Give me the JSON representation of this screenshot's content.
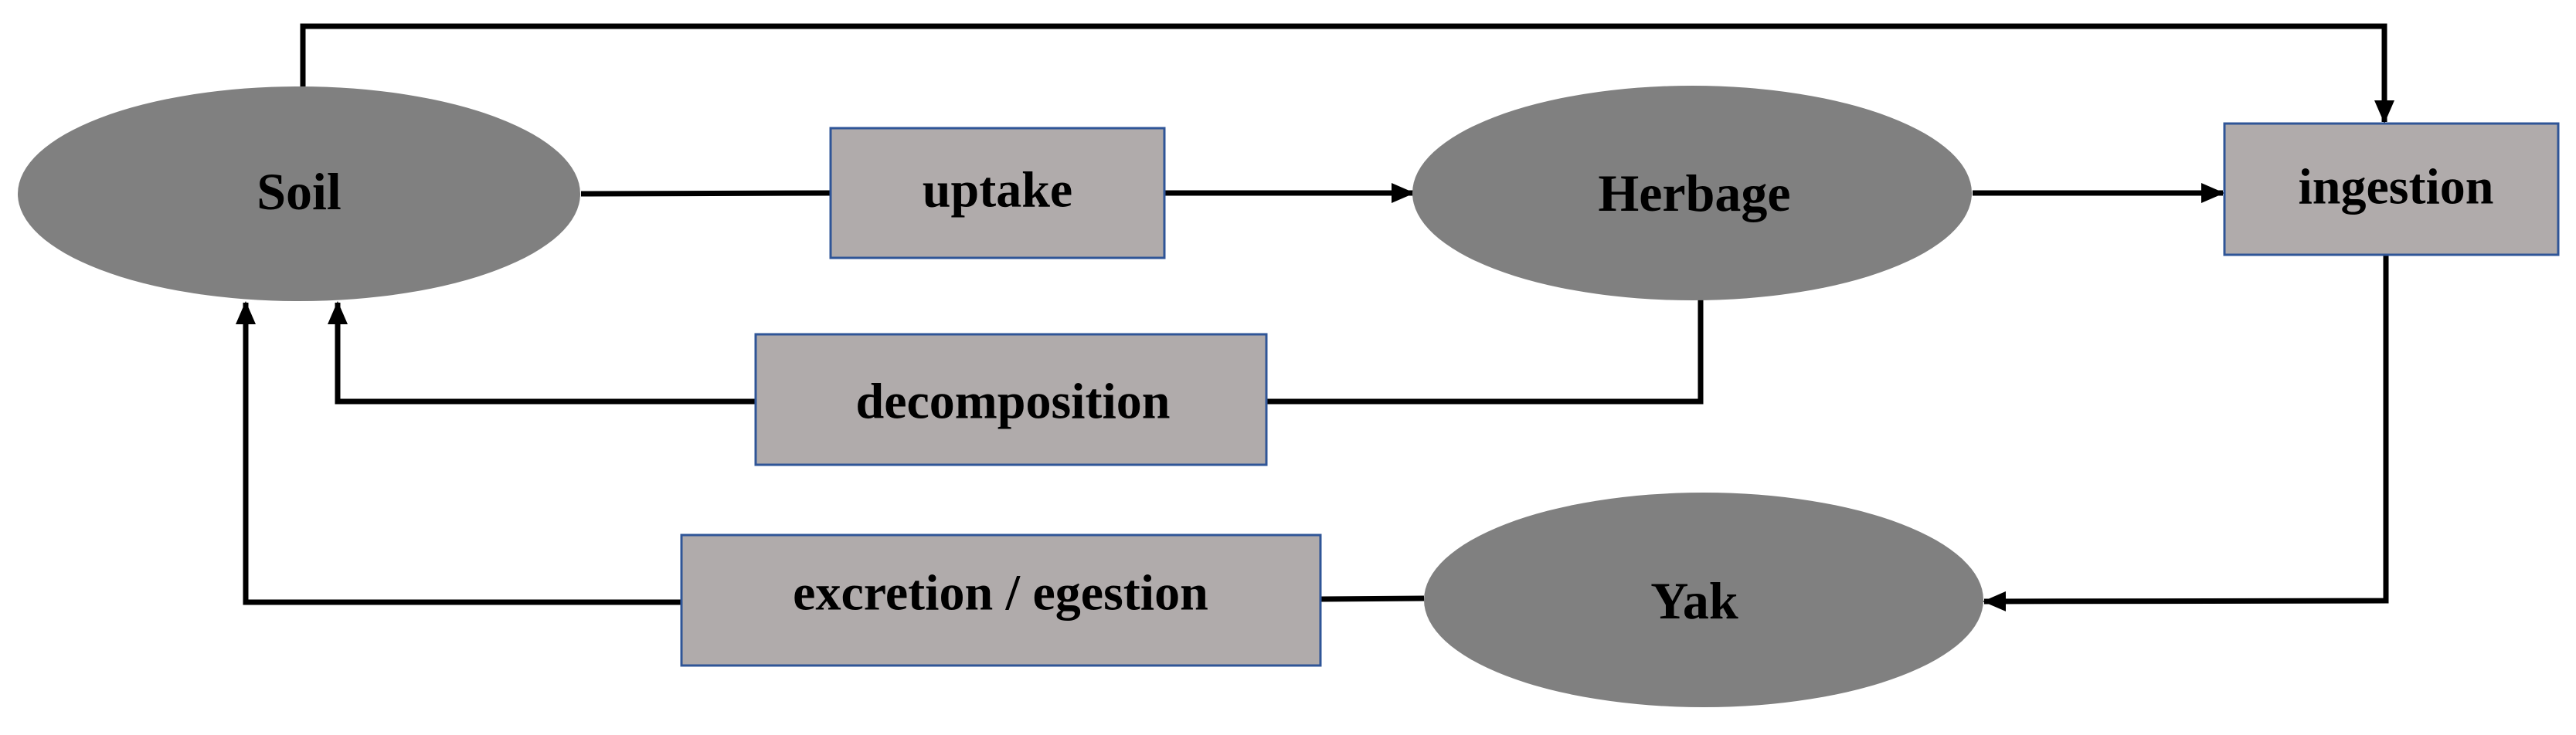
{
  "diagram": {
    "nodes": {
      "soil": "Soil",
      "herbage": "Herbage",
      "yak": "Yak"
    },
    "processes": {
      "uptake": "uptake",
      "ingestion": "ingestion",
      "decomposition": "decomposition",
      "excretion": "excretion / egestion"
    }
  },
  "colors": {
    "node_fill": "#808080",
    "process_fill": "#b0abab",
    "process_border": "#2f5597",
    "arrow": "#000000"
  }
}
